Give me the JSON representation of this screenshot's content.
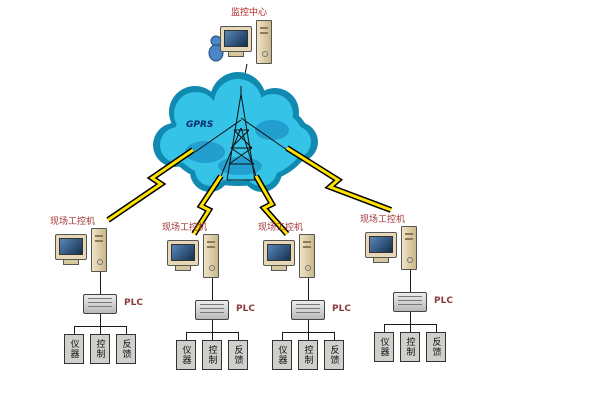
{
  "monitor_center": {
    "label": "监控中心"
  },
  "cloud": {
    "label": "GPRS"
  },
  "stations": [
    {
      "label": "现场工控机",
      "plc_label": "PLC",
      "devices": [
        "仪器",
        "控制",
        "反馈"
      ]
    },
    {
      "label": "现场工控机",
      "plc_label": "PLC",
      "devices": [
        "仪器",
        "控制",
        "反馈"
      ]
    },
    {
      "label": "现场工控机",
      "plc_label": "PLC",
      "devices": [
        "仪器",
        "控制",
        "反馈"
      ]
    },
    {
      "label": "现场工控机",
      "plc_label": "PLC",
      "devices": [
        "仪器",
        "控制",
        "反馈"
      ]
    }
  ],
  "colors": {
    "cloud_light": "#35c4e8",
    "cloud_dark": "#118ab2",
    "bolt_yellow": "#ffe200",
    "label_red": "#a03333"
  }
}
